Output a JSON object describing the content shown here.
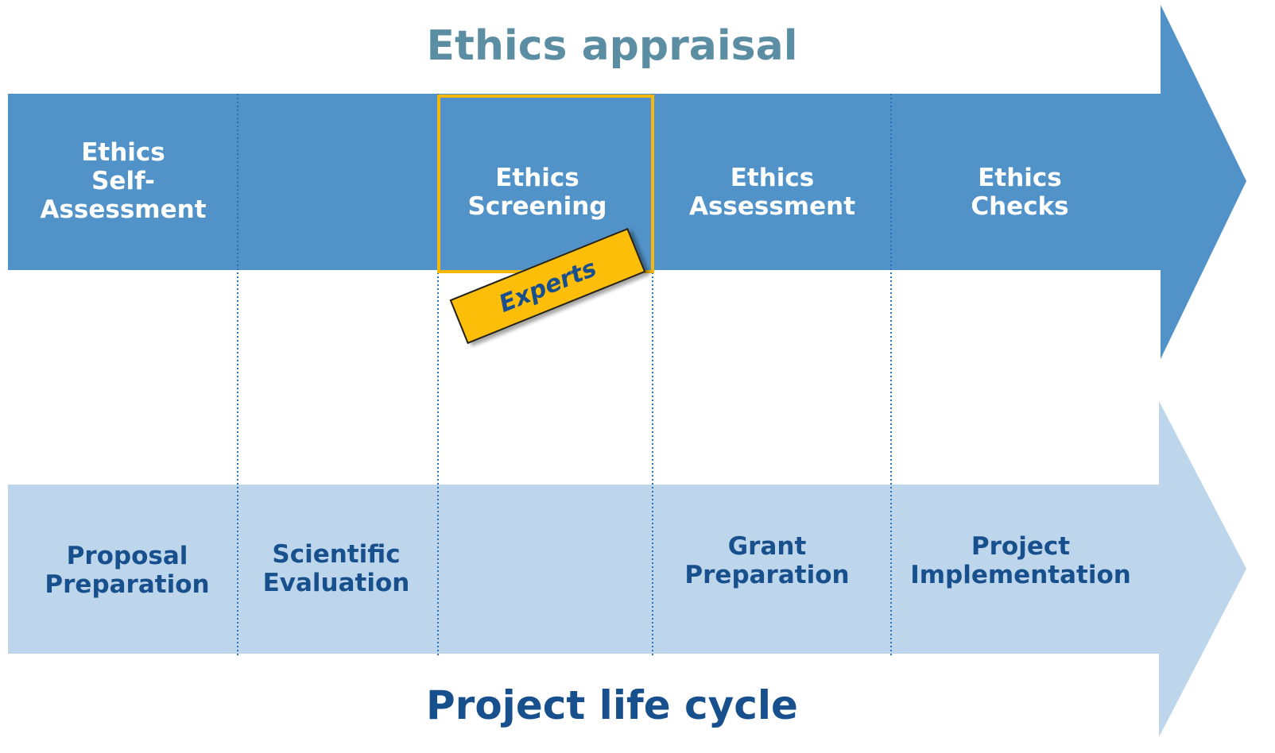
{
  "diagram": {
    "title_top": "Ethics appraisal",
    "title_bottom": "Project life cycle",
    "colors": {
      "top_band": "#5193c9",
      "bottom_band": "#bed6eb",
      "highlight_border": "#f5b80a",
      "badge_fill": "#fcbe08",
      "title_top": "#5b8da3",
      "title_bottom": "#17508c",
      "divider": "#2a72b8"
    },
    "ethics_steps": [
      {
        "label": "Ethics\nSelf-\nAssessment"
      },
      {
        "label": ""
      },
      {
        "label": "Ethics\nScreening",
        "highlighted": true
      },
      {
        "label": "Ethics\nAssessment"
      },
      {
        "label": "Ethics\nChecks"
      }
    ],
    "lifecycle_steps": [
      {
        "label": "Proposal\nPreparation"
      },
      {
        "label": "Scientific\nEvaluation"
      },
      {
        "label": ""
      },
      {
        "label": "Grant\nPreparation"
      },
      {
        "label": "Project\nImplementation"
      }
    ],
    "badge": {
      "label": "Experts"
    }
  }
}
